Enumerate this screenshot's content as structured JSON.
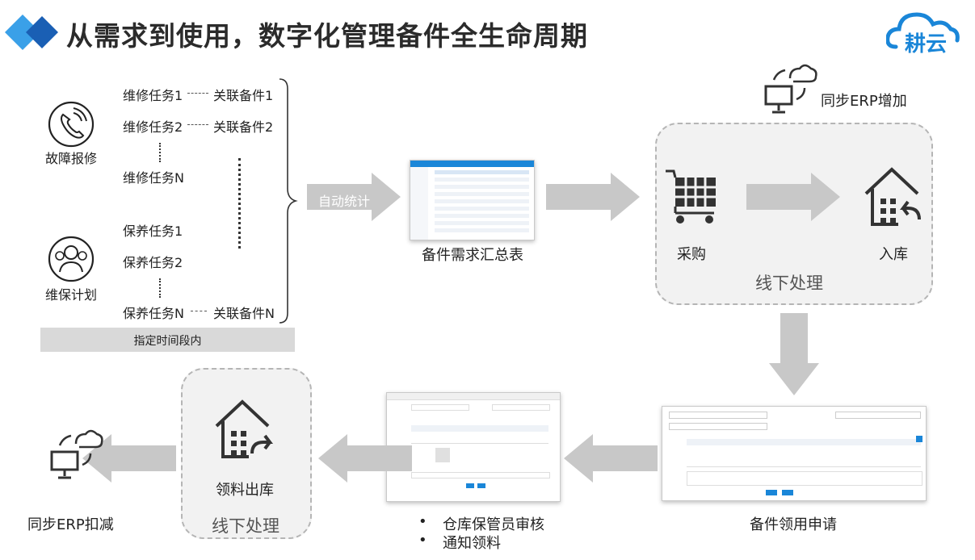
{
  "title": "从需求到使用，数字化管理备件全生命周期",
  "logo": {
    "text": "耕云"
  },
  "sources": {
    "fault": "故障报修",
    "maintenance": "维保计划"
  },
  "tasks": {
    "repair1": "维修任务1",
    "repair2": "维修任务2",
    "repairN": "维修任务N",
    "care1": "保养任务1",
    "care2": "保养任务2",
    "careN": "保养任务N",
    "link1": "关联备件1",
    "link2": "关联备件2",
    "linkN": "关联备件N"
  },
  "time_window": "指定时间段内",
  "auto_stat": "自动统计",
  "demand_table": "备件需求汇总表",
  "sync_add": "同步ERP增加",
  "purchase": "采购",
  "inbound": "入库",
  "offline1": "线下处理",
  "apply": "备件领用申请",
  "review": {
    "items": [
      "仓库保管员审核",
      "通知领料"
    ]
  },
  "outbound": "领料出库",
  "offline2": "线下处理",
  "sync_sub": "同步ERP扣减",
  "colors": {
    "accent_blue": "#1a86d8",
    "arrow_grey": "#c8c8c8",
    "box_bg": "#f2f2f2"
  }
}
